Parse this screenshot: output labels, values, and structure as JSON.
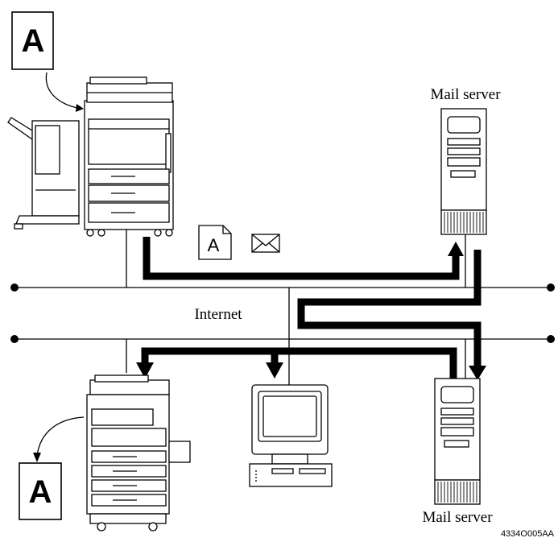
{
  "labels": {
    "mail_server_top": "Mail server",
    "mail_server_bottom": "Mail server",
    "internet": "Internet",
    "figure_code": "4334O005AA"
  },
  "documents": {
    "original_letter": "A",
    "attachment_letter": "A",
    "output_letter": "A"
  },
  "icons": {
    "attachment": "document-icon",
    "email": "envelope-icon",
    "sender": "copier-with-finisher-icon",
    "receiver_copier": "copier-icon",
    "receiver_pc": "computer-icon",
    "server": "server-tower-icon"
  }
}
